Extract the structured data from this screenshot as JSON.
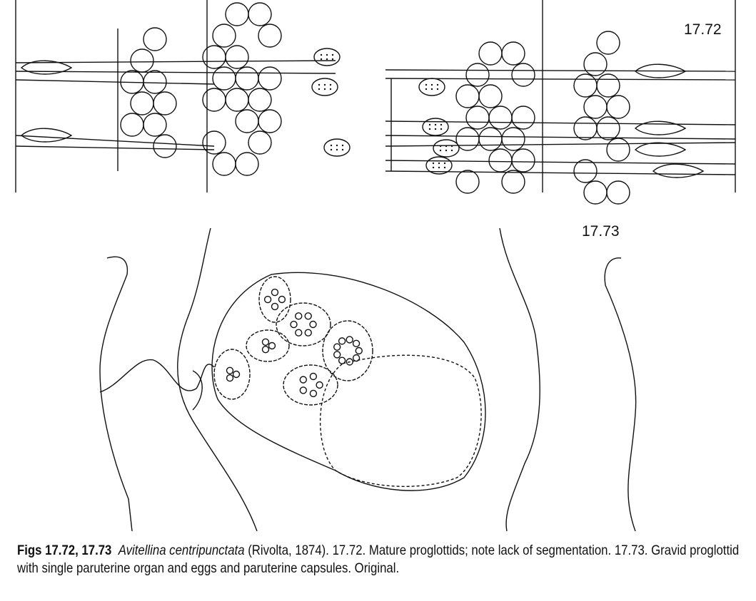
{
  "figure": {
    "label_top": "17.72",
    "label_bottom": "17.73"
  },
  "caption": {
    "fig_ref": "Figs 17.72, 17.73",
    "species": "Avitellina centripunctata",
    "authority": "(Rivolta, 1874). 17.72. Mature proglottids; note lack of segmentation. 17.73. Gravid proglottid with single paruterine organ and eggs and paruterine capsules. Original."
  }
}
